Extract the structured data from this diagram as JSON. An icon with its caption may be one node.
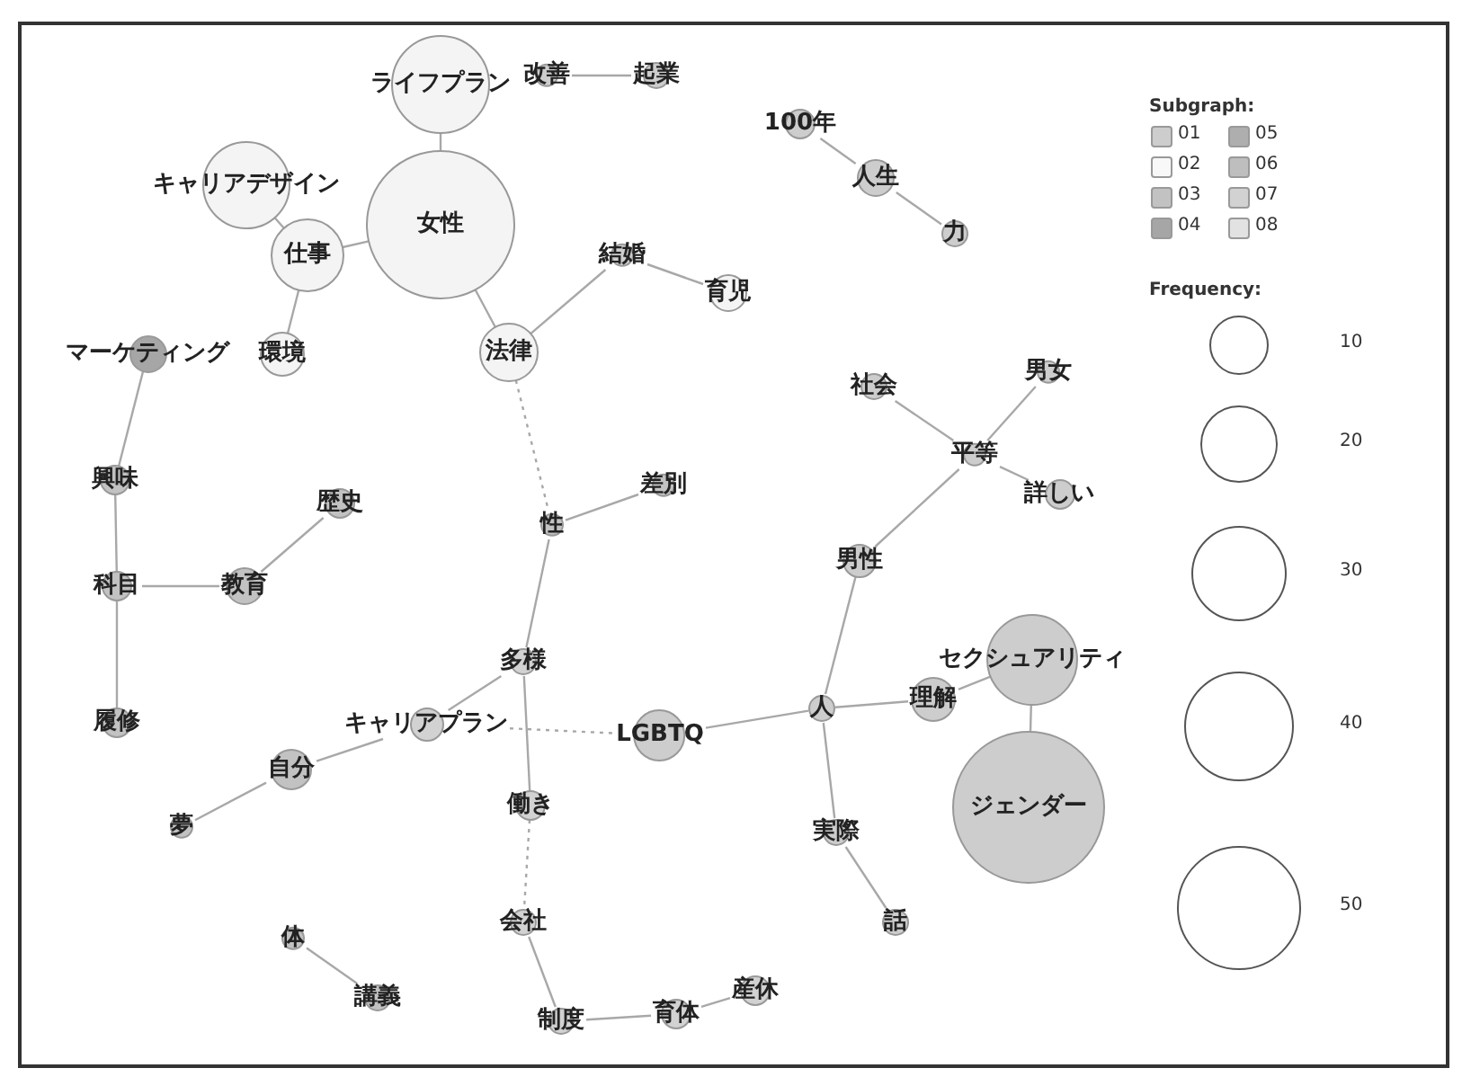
{
  "diagram": {
    "nodes": [
      {
        "text": [
          "ライフプラン"
        ]
      },
      {
        "text": [
          "女性"
        ]
      },
      {
        "text": [
          "キャリアデザイン"
        ]
      },
      {
        "text": [
          "仕事"
        ]
      },
      {
        "text": [
          "環境"
        ]
      },
      {
        "text": [
          "法律"
        ]
      },
      {
        "text": [
          "改善"
        ]
      },
      {
        "text": [
          "起業"
        ]
      },
      {
        "text": [
          "100年"
        ]
      },
      {
        "text": [
          "人生"
        ]
      },
      {
        "text": [
          "力"
        ]
      },
      {
        "text": [
          "結婚"
        ]
      },
      {
        "text": [
          "育児"
        ]
      },
      {
        "text": [
          "マーケティング"
        ]
      },
      {
        "text": [
          "興味"
        ]
      },
      {
        "text": [
          "歴史"
        ]
      },
      {
        "text": [
          "科目"
        ]
      },
      {
        "text": [
          "教育"
        ]
      },
      {
        "text": [
          "性"
        ]
      },
      {
        "text": [
          "差別"
        ]
      },
      {
        "text": [
          "社会"
        ]
      },
      {
        "text": [
          "男女"
        ]
      },
      {
        "text": [
          "平等"
        ]
      },
      {
        "text": [
          "詳しい"
        ]
      },
      {
        "text": [
          "男性"
        ]
      },
      {
        "text": [
          "多様"
        ]
      },
      {
        "text": [
          "キャリアプラン"
        ]
      },
      {
        "text": [
          "LGBTQ"
        ]
      },
      {
        "text": [
          "人"
        ]
      },
      {
        "text": [
          "理解"
        ]
      },
      {
        "text": [
          "セクシュアリティ"
        ]
      },
      {
        "text": [
          "ジェンダー"
        ]
      },
      {
        "text": [
          "自分"
        ]
      },
      {
        "text": [
          "夢"
        ]
      },
      {
        "text": [
          "働き"
        ]
      },
      {
        "text": [
          "実際"
        ]
      },
      {
        "text": [
          "話"
        ]
      },
      {
        "text": [
          "会社"
        ]
      },
      {
        "text": [
          "体"
        ]
      },
      {
        "text": [
          "講義"
        ]
      },
      {
        "text": [
          "制度"
        ]
      },
      {
        "text": [
          "育体"
        ]
      },
      {
        "text": [
          "産休"
        ]
      },
      {
        "text": [
          "履修"
        ]
      }
    ],
    "edges": [
      {
        "from": 0,
        "to": 1,
        "arrow": "none"
      },
      {
        "from": 1,
        "to": 3,
        "arrow": "none"
      },
      {
        "from": 2,
        "to": 3,
        "arrow": "none"
      },
      {
        "from": 3,
        "to": 4,
        "arrow": "none"
      },
      {
        "from": 1,
        "to": 5,
        "arrow": "none"
      },
      {
        "from": 5,
        "to": 11,
        "arrow": "none"
      },
      {
        "from": 11,
        "to": 12,
        "arrow": "none"
      },
      {
        "from": 6,
        "to": 7,
        "arrow": "none"
      },
      {
        "from": 8,
        "to": 9,
        "arrow": "none"
      },
      {
        "from": 9,
        "to": 10,
        "arrow": "none"
      },
      {
        "from": 5,
        "to": 18,
        "arrow": "none",
        "style": "dashed"
      },
      {
        "from": 18,
        "to": 19,
        "arrow": "none"
      },
      {
        "from": 18,
        "to": 25,
        "arrow": "none"
      },
      {
        "from": 25,
        "to": 26,
        "arrow": "none"
      },
      {
        "from": 25,
        "to": 34,
        "arrow": "none"
      },
      {
        "from": 26,
        "to": 32,
        "arrow": "none"
      },
      {
        "from": 32,
        "to": 33,
        "arrow": "none"
      },
      {
        "from": 26,
        "to": 27,
        "arrow": "none",
        "style": "dashed"
      },
      {
        "from": 27,
        "to": 28,
        "arrow": "none"
      },
      {
        "from": 28,
        "to": 24,
        "arrow": "none"
      },
      {
        "from": 28,
        "to": 29,
        "arrow": "none"
      },
      {
        "from": 29,
        "to": 30,
        "arrow": "none"
      },
      {
        "from": 30,
        "to": 31,
        "arrow": "none"
      },
      {
        "from": 28,
        "to": 35,
        "arrow": "none"
      },
      {
        "from": 35,
        "to": 36,
        "arrow": "none"
      },
      {
        "from": 34,
        "to": 37,
        "arrow": "none",
        "style": "dashed"
      },
      {
        "from": 37,
        "to": 40,
        "arrow": "none"
      },
      {
        "from": 40,
        "to": 41,
        "arrow": "none"
      },
      {
        "from": 41,
        "to": 42,
        "arrow": "none"
      },
      {
        "from": 38,
        "to": 39,
        "arrow": "none"
      },
      {
        "from": 24,
        "to": 22,
        "arrow": "none"
      },
      {
        "from": 22,
        "to": 20,
        "arrow": "none"
      },
      {
        "from": 22,
        "to": 21,
        "arrow": "none"
      },
      {
        "from": 22,
        "to": 23,
        "arrow": "none"
      },
      {
        "from": 13,
        "to": 14,
        "arrow": "none"
      },
      {
        "from": 14,
        "to": 16,
        "arrow": "none"
      },
      {
        "from": 16,
        "to": 17,
        "arrow": "none"
      },
      {
        "from": 17,
        "to": 15,
        "arrow": "none"
      },
      {
        "from": 16,
        "to": 43,
        "arrow": "none"
      }
    ],
    "labels": [
      "Subgraph:",
      "Frequency:"
    ],
    "legend": [
      {
        "text": "01",
        "color": "#cdcdcd"
      },
      {
        "text": "02",
        "color": "#f8f8f8"
      },
      {
        "text": "03",
        "color": "#c2c2c2"
      },
      {
        "text": "04",
        "color": "#a6a6a6"
      },
      {
        "text": "05",
        "color": "#aeaeae"
      },
      {
        "text": "06",
        "color": "#bebebe"
      },
      {
        "text": "07",
        "color": "#d2d2d2"
      },
      {
        "text": "08",
        "color": "#e2e2e2"
      },
      {
        "text": "10"
      },
      {
        "text": "20"
      },
      {
        "text": "30"
      },
      {
        "text": "40"
      },
      {
        "text": "50"
      }
    ]
  }
}
